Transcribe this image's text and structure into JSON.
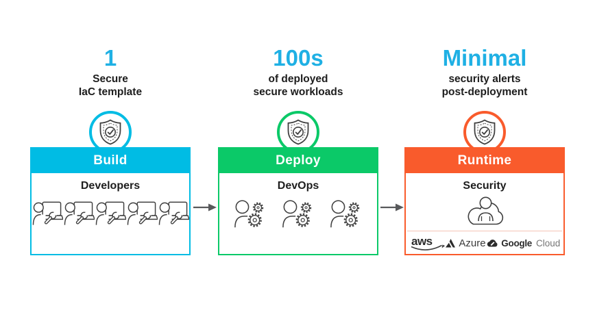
{
  "columns": [
    {
      "headline": "1",
      "sub_line1": "Secure",
      "sub_line2": "IaC template",
      "stage": "Build",
      "role": "Developers",
      "accent": "#00BCE4",
      "icon_count": 5
    },
    {
      "headline": "100s",
      "sub_line1": "of deployed",
      "sub_line2": "secure workloads",
      "stage": "Deploy",
      "role": "DevOps",
      "accent": "#0BC968",
      "icon_count": 3
    },
    {
      "headline": "Minimal",
      "sub_line1": "security alerts",
      "sub_line2": "post-deployment",
      "stage": "Runtime",
      "role": "Security",
      "accent": "#F95B2C",
      "icon_count": 1
    }
  ],
  "cloud_providers": [
    {
      "label": "aws"
    },
    {
      "label": "Azure"
    },
    {
      "label": "Google Cloud",
      "word1": "Google",
      "word2": "Cloud"
    }
  ],
  "icons": {
    "badge": "shield-check",
    "build": "developer-at-laptop-with-wrench",
    "deploy": "person-with-gears",
    "runtime": "user-in-cloud",
    "between_stages": "right-arrow"
  },
  "colors": {
    "headline": "#1FB0E4",
    "text": "#1D1D1D",
    "arrow": "#58595B",
    "icon": "#3F3F3F",
    "divider": "#F5C3B6"
  }
}
